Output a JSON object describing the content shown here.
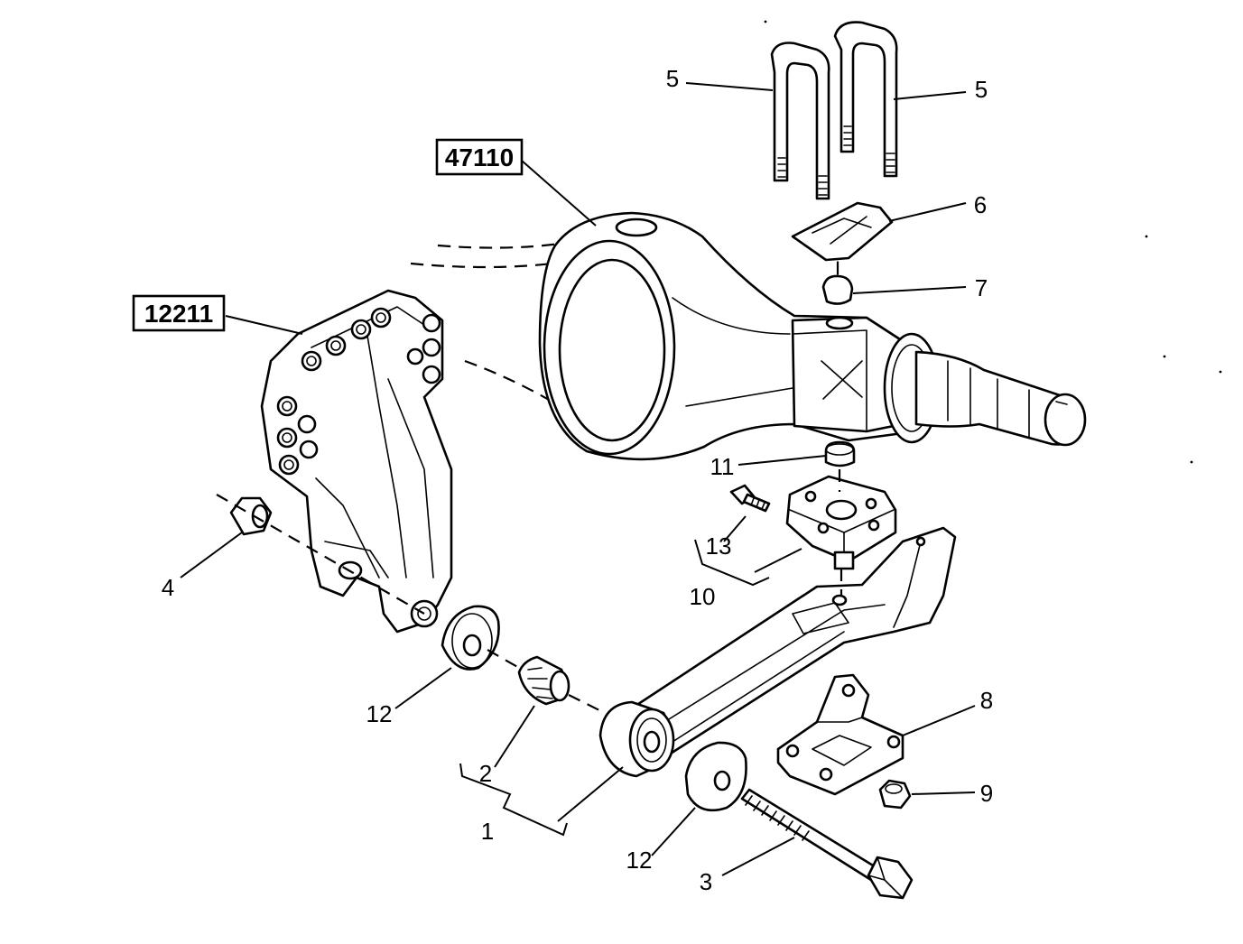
{
  "reference_boxes": {
    "axle_ref": "47110",
    "bracket_ref": "12211"
  },
  "callouts": {
    "c1": "1",
    "c2": "2",
    "c3": "3",
    "c4": "4",
    "c5a": "5",
    "c5b": "5",
    "c6": "6",
    "c7": "7",
    "c8": "8",
    "c9": "9",
    "c10": "10",
    "c11": "11",
    "c12a": "12",
    "c12b": "12",
    "c13": "13"
  }
}
